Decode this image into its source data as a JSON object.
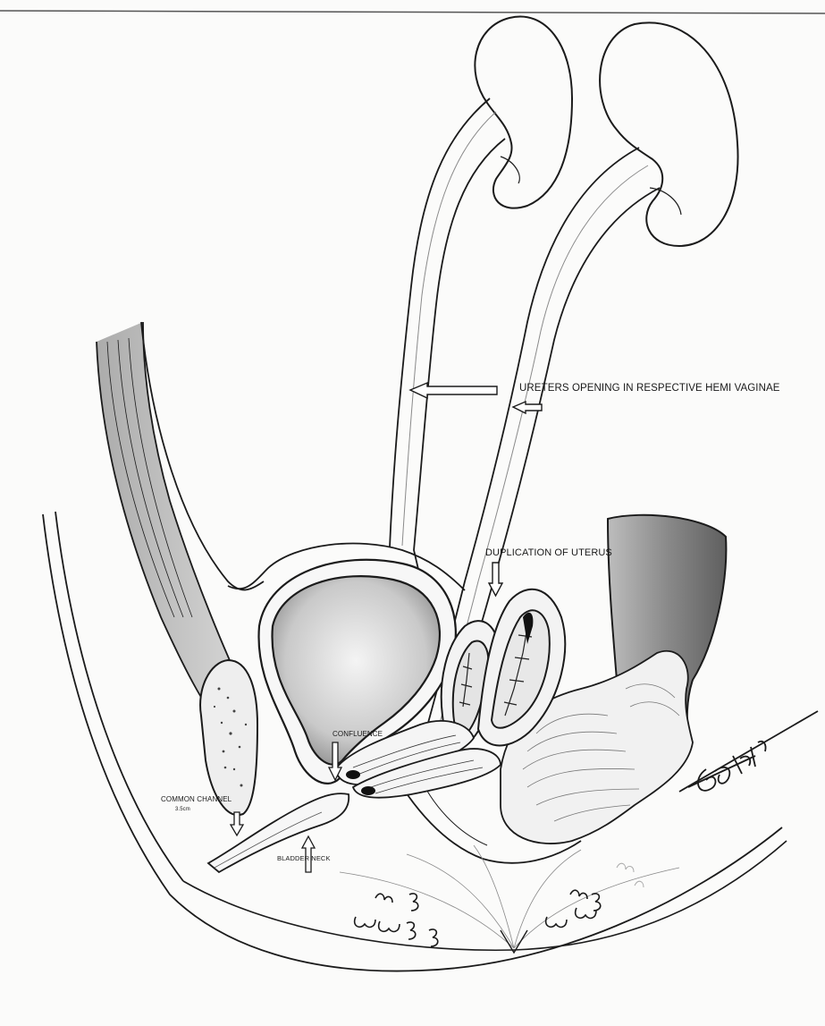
{
  "labels": {
    "ureters": "URETERS OPENING  IN RESPECTIVE HEMI VAGINAE",
    "duplication": "DUPLICATION OF UTERUS",
    "confluence": "CONFLUENCE",
    "common_channel": "COMMON CHANNEL",
    "common_channel_length": "3.5cm",
    "bladder_neck": "BLADDER NECK"
  },
  "colors": {
    "ink": "#1b1b1b",
    "paper": "#fbfbfa",
    "shade": "#9a9a9a"
  }
}
